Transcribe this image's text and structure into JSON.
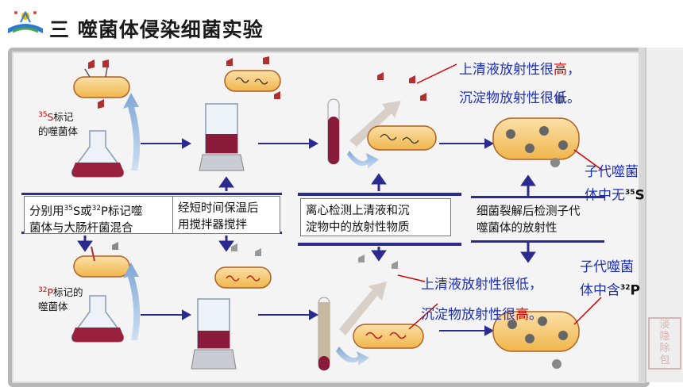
{
  "header": {
    "title": "三  噬菌体侵染细菌实验"
  },
  "label_35s": {
    "iso": "35",
    "el": "S",
    "rest1": "标记",
    "rest2": "的噬菌体"
  },
  "label_32p": {
    "iso": "32",
    "el": "P",
    "rest1": "标记的",
    "rest2": "噬菌体"
  },
  "box1": {
    "pre": "分别用",
    "s_iso": "35",
    "s_el": "S",
    "mid": "或",
    "p_iso": "32",
    "p_el": "P",
    "post": "标记噬",
    "line2": "菌体与大肠杆菌混合"
  },
  "box2": {
    "line1": "经短时间保温后",
    "line2": "用搅拌器搅拌"
  },
  "box3": {
    "line1": "离心检测上清液和沉",
    "line2": "淀物中的放射性物质"
  },
  "box4": {
    "line1": "细菌裂解后检测子代",
    "line2": "噬菌体的放射性"
  },
  "top_result": {
    "line1_a": "上清液放射性很",
    "line1_b": "高",
    "line1_c": "，",
    "line2": "沉淀物放射性很低。"
  },
  "top_progeny": {
    "line1": "子代噬菌",
    "line2_a": "体中无",
    "iso": "35",
    "el": "S"
  },
  "bottom_result": {
    "line1": "上清液放射性很低，",
    "line2_a": "沉淀物放射性很",
    "line2_b": "高",
    "line2_c": "。"
  },
  "bottom_progeny": {
    "line1": "子代噬菌",
    "line2_a": "体中含",
    "iso": "32",
    "el": "P"
  },
  "stamp": {
    "text": "淡隐\n除包"
  },
  "colors": {
    "arrow_blue": "#2b2b8f",
    "text_blue": "#1c2fb8",
    "highlight_red": "#d40000",
    "cell": "#f6c26a"
  }
}
